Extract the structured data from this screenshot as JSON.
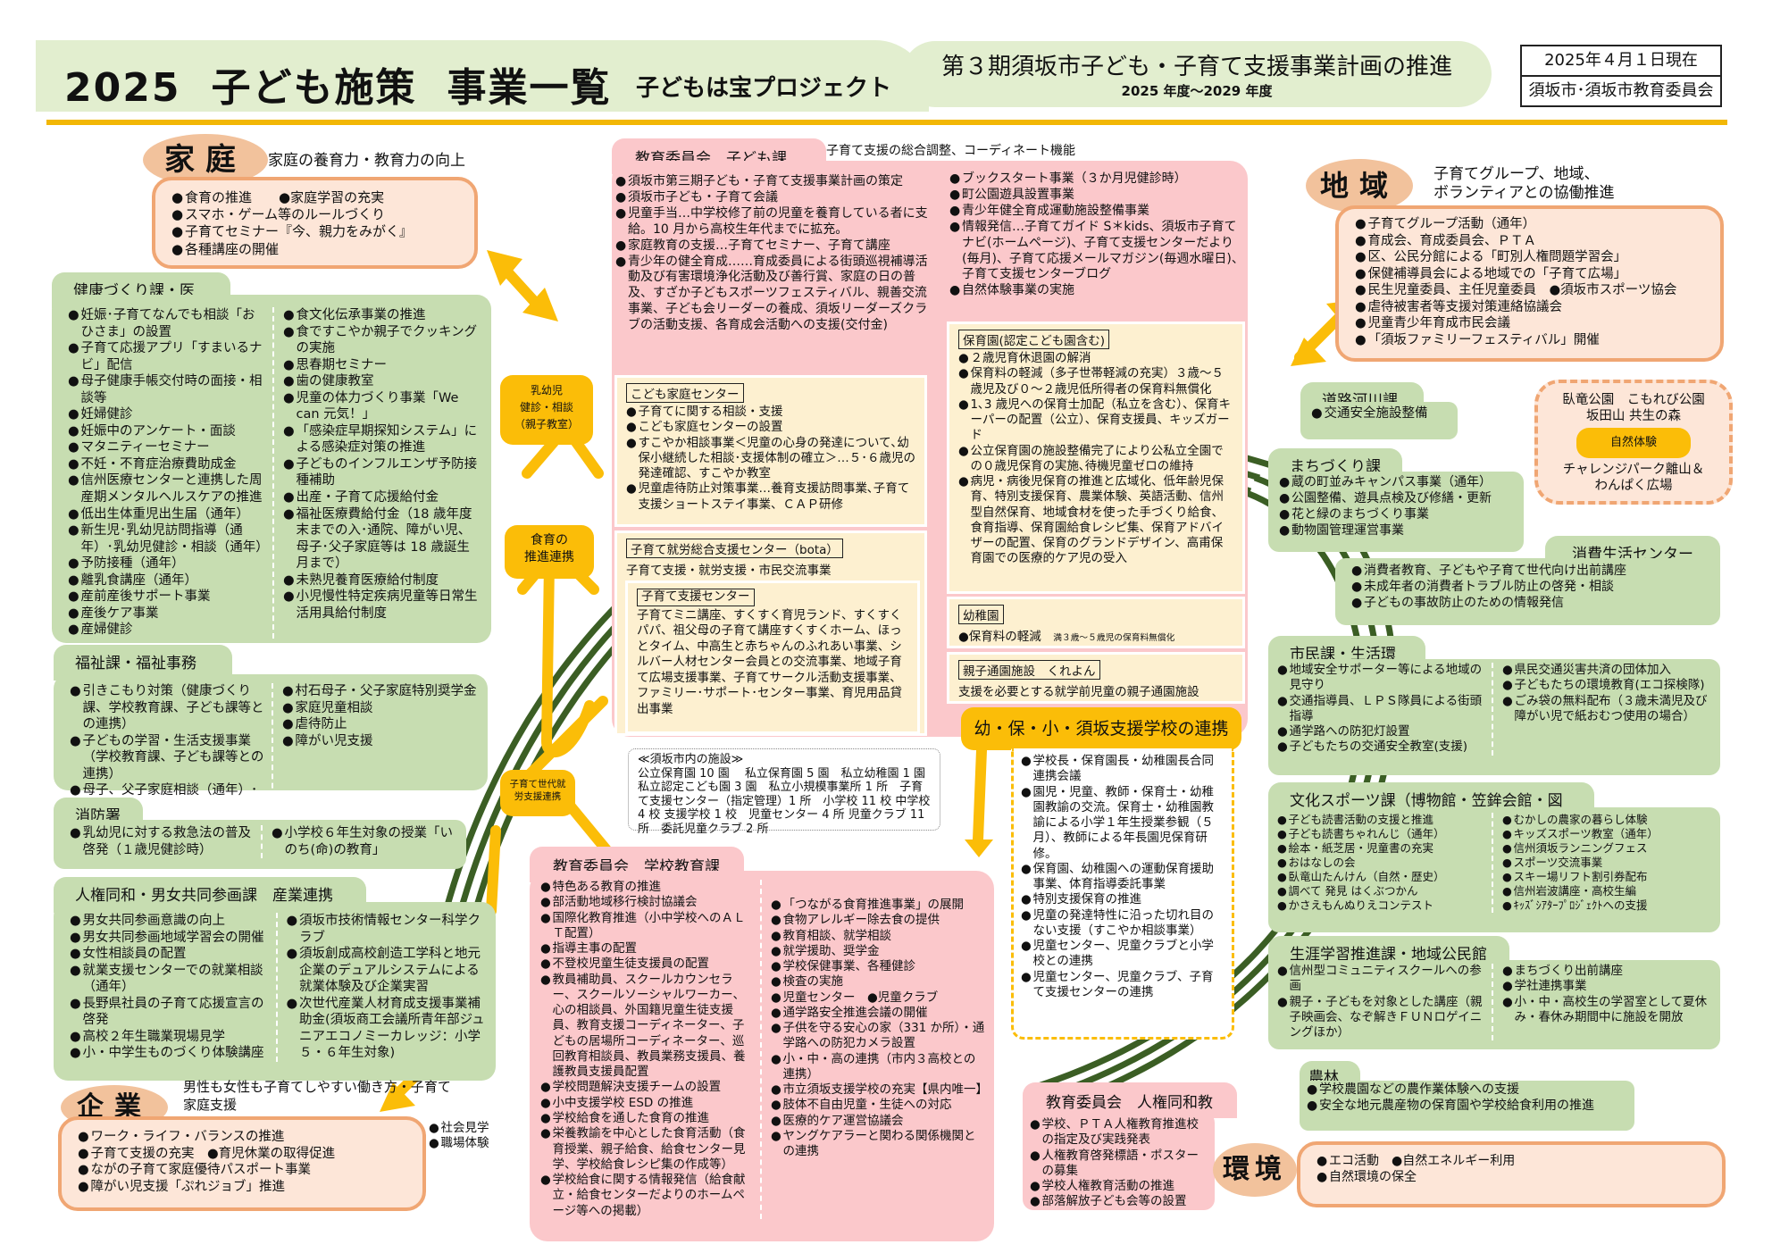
{
  "header": {
    "year": "2025",
    "title1": "子ども施策",
    "title2": "事業一覧",
    "subtitle": "子どもは宝プロジェクト",
    "plan_title": "第３期須坂市子ども・子育て支援事業計画の推進",
    "plan_period": "2025 年度～2029 年度",
    "date": "2025年４月１日現在",
    "org": "須坂市･須坂市教育委員会"
  },
  "colors": {
    "gold": "#fbbd08",
    "green_panel": "#c7ddb1",
    "pink_panel": "#fbc8cb",
    "orange_border": "#f0a673",
    "cream": "#fdf0d0",
    "arc_green": "#3b5e24"
  },
  "katei": {
    "label": "家庭",
    "desc": "家庭の養育力・教育力の向上",
    "items": [
      "食育の推進　　●家庭学習の充実",
      "スマホ・ゲーム等のルールづくり",
      "子育てセミナー『今、親力をみがく』",
      "各種講座の開催"
    ]
  },
  "kenko": {
    "title": "健康づくり課・医療保険課",
    "left": [
      "妊娠･子育てなんでも相談「おひさま」の設置",
      "子育て応援アプリ「すまいるナビ」配信",
      "母子健康手帳交付時の面接・相談等",
      "妊婦健診",
      "妊娠中のアンケート・面談",
      "マタニティーセミナー",
      "不妊・不育症治療費助成金",
      "信州医療センターと連携した周産期メンタルヘルスケアの推進",
      "低出生体重児出生届（通年）",
      "新生児･乳幼児訪問指導（通年）･乳幼児健診・相談（通年）",
      "予防接種（通年）",
      "離乳食講座（通年）",
      "産前産後サポート事業",
      "産後ケア事業",
      "産婦健診"
    ],
    "right": [
      "食文化伝承事業の推進",
      "食ですこやか親子でクッキングの実施",
      "思春期セミナー",
      "歯の健康教室",
      "児童の体力づくり事業「We can 元気！」",
      "「感染症早期探知システム」による感染症対策の推進",
      "子どものインフルエンザ予防接種補助",
      "出産・子育て応援給付金",
      "福祉医療費給付金（18 歳年度末までの入･通院、障がい児、母子･父子家庭等は 18 歳誕生月まで）",
      "未熟児養育医療給付制度",
      "小児慢性特定疾病児童等日常生活用具給付制度"
    ]
  },
  "fukushi": {
    "title": "福祉課・福祉事務所",
    "left": [
      "引きこもり対策（健康づくり課、学校教育課、子ども課等との連携）",
      "子どもの学習・生活支援事業（学校教育課、子ども課等との連携）",
      "母子、父子家庭相談（通年）･給付金"
    ],
    "right": [
      "村石母子・父子家庭特別奨学金",
      "家庭児童相談",
      "虐待防止",
      "障がい児支援"
    ]
  },
  "shobo": {
    "title": "消防署",
    "left": [
      "乳幼児に対する救急法の普及啓発（１歳児健診時）"
    ],
    "right": [
      "小学校６年生対象の授業「いのち(命)の教育」"
    ]
  },
  "jinken": {
    "title": "人権同和・男女共同参画課　産業連携開発課",
    "left": [
      "男女共同参画意識の向上",
      "男女共同参画地域学習会の開催",
      "女性相談員の配置",
      "就業支援センターでの就業相談（通年）",
      "長野県社員の子育て応援宣言の啓発",
      "高校２年生職業現場見学",
      "小・中学生ものづくり体験講座"
    ],
    "right": [
      "須坂市技術情報センター科学クラブ",
      "須坂創成高校創造工学科と地元企業のデュアルシステムによる就業体験及び企業実習",
      "次世代産業人材育成支援事業補助金(須坂商工会議所青年部ジュニアエコノミーカレッジ：小学５・６年生対象)"
    ]
  },
  "kigyo": {
    "label": "企業",
    "desc": "男性も女性も子育てしやすい働き方・子育て家庭支援",
    "items": [
      "ワーク・ライフ・バランスの推進",
      "子育て支援の充実　●育児休業の取得促進",
      "ながの子育て家庭優待パスポート事業",
      "障がい児支援「ぷれジョブ」推進"
    ],
    "side": [
      "社会見学",
      "職場体験"
    ]
  },
  "kodomoka": {
    "title": "教育委員会　子ども課",
    "note": "子育て支援の総合調整、コーディネート機能",
    "left": [
      "須坂市第三期子ども・子育て支援事業計画の策定",
      "須坂市子ども・子育て会議",
      "児童手当…中学校修了前の児童を養育している者に支給。10 月から高校生年代までに拡充。",
      "家庭教育の支援…子育てセミナー、子育て講座",
      "青少年の健全育成……育成委員による街頭巡視補導活動及び有害環境浄化活動及び善行賞、家庭の日の普及、すざか子どもスポーツフェスティバル、親善交流事業、子ども会リーダーの養成、須坂リーダーズクラブの活動支援、各育成会活動への支援(交付金)"
    ],
    "right": [
      "ブックスタート事業（３か月児健診時）",
      "町公園遊具設置事業",
      "青少年健全育成運動施設整備事業",
      "情報発信…子育てガイド S＊kids、須坂市子育てナビ(ホームページ)、子育て支援センターだより(毎月)、子育て応援メールマガジン(毎週水曜日)、子育て支援センターブログ",
      "自然体験事業の実施"
    ]
  },
  "kodomo_katei_center": {
    "title": "こども家庭センター",
    "items": [
      "子育てに関する相談・支援",
      "こども家庭センターの設置",
      "すこやか相談事業＜児童の心身の発達について､幼保小継続した相談･支援体制の確立＞…５･６歳児の発達確認、すこやか教室",
      "児童虐待防止対策事業…養育支援訪問事業､子育て支援ショートステイ事業、ＣＡＰ研修"
    ]
  },
  "bota": {
    "title": "子育て就労総合支援センター（bota）",
    "text": "子育て支援・就労支援・市民交流事業"
  },
  "shien_center": {
    "title": "子育て支援センター",
    "text": "子育てミニ講座、すくすく育児ランド、すくすくパパ、祖父母の子育て講座すくすくホーム、ほっとタイム、中高生と赤ちゃんのふれあい事業、シルバー人材センター会員との交流事業、地域子育て広場支援事業、子育てサークル活動支援事業、ファミリー･サポート･センター事業、育児用品貸出事業"
  },
  "hoikuen": {
    "title": "保育園(認定こども園含む)",
    "items": [
      "２歳児育休退園の解消",
      "保育料の軽減（多子世帯軽減の充実）３歳～５歳児及び０～２歳児低所得者の保育料無償化",
      "1､3 歳児への保育士加配（私立を含む）、保育キーパーの配置（公立）、保育支援員、キッズガード",
      "公立保育園の施設整備完了により公私立全園での０歳児保育の実施､待機児童ゼロの維持",
      "病児・病後児保育の推進と広域化、低年齢児保育、特別支援保育、農業体験、英語活動、信州型自然保育、地域食材を使った手づくり給食、食育指導、保育園給食レシピ集、保育アドバイザーの配置、保育のグランドデザイン、高甫保育園での医療的ケア児の受入"
    ]
  },
  "yochien": {
    "title": "幼稚園",
    "item": "保育料の軽減",
    "note": "満３歳～５歳児の保育料無償化"
  },
  "kureyon": {
    "title": "親子通園施設　くれよん",
    "text": "支援を必要とする就学前児童の親子通園施設"
  },
  "facilities": {
    "title": "≪須坂市内の施設≫",
    "text": "公立保育園 10 園　 私立保育園 5 園　私立幼稚園 1 園　私立認定こども園 3 園　私立小規模事業所 1 所　子育て支援センター（指定管理）1 所　小学校 11 校 中学校 4 校 支援学校 1 校　児童センター 4 所 児童クラブ 11 所　委託児童クラブ 2 所"
  },
  "nodes": {
    "nyuyoji": [
      "乳幼児",
      "健診・相談",
      "（親子教室）"
    ],
    "shokuiku": [
      "食育の",
      "推進連携"
    ],
    "shuro": [
      "子育て世代就",
      "労支援連携"
    ]
  },
  "renkei": {
    "title": "幼・保・小・須坂支援学校の連携",
    "items": [
      "学校長・保育園長・幼稚園長合同連携会議",
      "園児・児童、教師・保育士・幼稚園教諭の交流。保育士・幼稚園教諭による小学１年生授業参観（５月）、教師による年長園児保育研修。",
      "保育園、幼稚園への運動保育援助事業、体育指導委託事業",
      "特別支援保育の推進",
      "児童の発達特性に沿った切れ目のない支援（すこやか相談事業）",
      "児童センター、児童クラブと小学校との連携",
      "児童センター、児童クラブ、子育て支援センターの連携"
    ]
  },
  "gakko": {
    "title": "教育委員会　学校教育課",
    "left": [
      "特色ある教育の推進",
      "部活動地域移行検討協議会",
      "国際化教育推進（小中学校へのＡＬＴ配置）",
      "指導主事の配置",
      "不登校児童生徒支援員の配置",
      "教員補助員、スクールカウンセラー、スクールソーシャルワーカー、心の相談員、外国籍児童生徒支援員、教育支援コーディネーター、子どもの居場所コーディネーター、巡回教育相談員、教員業務支援員、養護教員支援員配置",
      "学校問題解決支援チームの設置",
      "小中支援学校 ESD の推進",
      "学校給食を通した食育の推進",
      "栄養教諭を中心とした食育活動（食育授業、親子給食、給食センター見学、学校給食レシピ集の作成等）",
      "学校給食に関する情報発信（給食献立・給食センターだよりのホームページ等への掲載）"
    ],
    "right": [
      "「つながる食育推進事業」の展開",
      "食物アレルギー除去食の提供",
      "教育相談、就学相談",
      "就学援助、奨学金",
      "学校保健事業、各種健診",
      "検査の実施",
      "児童センター　●児童クラブ",
      "通学路安全推進会議の開催",
      "子供を守る安心の家（331 か所）・通学路への防犯カメラ設置",
      "小・中・高の連携（市内３高校との連携）",
      "市立須坂支援学校の充実【県内唯一】",
      "肢体不自由児童・生徒への対応",
      "医療的ケア運営協議会",
      "ヤングケアラーと関わる関係機関との連携"
    ]
  },
  "jinken_kyoiku": {
    "title": "教育委員会　人権同和教育課",
    "items": [
      "学校、ＰＴＡ人権教育推進校の指定及び実践発表",
      "人権教育啓発標語・ポスターの募集",
      "学校人権教育活動の推進",
      "部落解放子ども会等の設置"
    ]
  },
  "chiiki": {
    "label": "地域",
    "desc": [
      "子育てグループ、地域、",
      "ボランティアとの協働推進"
    ],
    "items": [
      "子育てグループ活動（通年）",
      "育成会、育成委員会、ＰＴＡ",
      "区、公民分館による「町別人権問題学習会」",
      "保健補導員会による地域での「子育て広場」",
      "民生児童委員、主任児童委員　●須坂市スポーツ協会",
      "虐待被害者等支援対策連絡協議会",
      "児童青少年育成市民会議",
      "「須坂ファミリーフェスティバル」開催"
    ]
  },
  "doro": {
    "title": "道路河川課",
    "items": [
      "交通安全施設整備"
    ]
  },
  "shizen": {
    "line1": "臥竜公園　こもれび公園",
    "line2": "坂田山 共生の森",
    "badge": "自然体験",
    "line3": "チャレンジパーク離山＆",
    "line4": "わんぱく広場"
  },
  "machi": {
    "title": "まちづくり課",
    "items": [
      "蔵の町並みキャンパス事業（通年）",
      "公園整備、遊具点検及び修繕・更新",
      "花と緑のまちづくり事業",
      "動物園管理運営事業"
    ]
  },
  "shohi": {
    "title": "消費生活センター",
    "items": [
      "消費者教育、子どもや子育て世代向け出前講座",
      "未成年者の消費者トラブル防止の啓発・相談",
      "子どもの事故防止のための情報発信"
    ]
  },
  "shimin": {
    "title": "市民課・生活環境課",
    "left": [
      "地域安全サポーター等による地域の見守り",
      "交通指導員、ＬＰＳ隊員による街頭指導",
      "通学路への防犯灯設置",
      "子どもたちの交通安全教室(支援)"
    ],
    "right": [
      "県民交通災害共済の団体加入",
      "子どもたちの環境教育(エコ探検隊)",
      "ごみ袋の無料配布（３歳未満児及び障がい児で紙おむつ使用の場合）"
    ]
  },
  "bunka": {
    "title": "文化スポーツ課（博物館・笠鉾会館・図書館）",
    "left": [
      "子ども読書活動の支援と推進",
      "子ども読書ちゃれんじ（通年）",
      "絵本・紙芝居・児童書の充実",
      "おはなしの会",
      "臥竜山たんけん（自然・歴史）",
      "調べて 発見 はくぶつかん",
      "かさえもんぬりえコンテスト"
    ],
    "right": [
      "むかしの農家の暮らし体験",
      "キッズスポーツ教室（通年）",
      "信州須坂ランニングフェス",
      "スポーツ交流事業",
      "スキー場リフト割引券配布",
      "信州岩波講座・高校生編",
      "ｷｯｽﾞｼｱﾀｰﾌﾟﾛｼﾞｪｸﾄへの支援"
    ]
  },
  "shogai": {
    "title": "生涯学習推進課・地域公民館",
    "left": [
      "信州型コミュニティスクールへの参画",
      "親子・子どもを対象とした講座（親子映画会、なぞ解きＦＵＮロゲイニングほか）"
    ],
    "right": [
      "まちづくり出前講座",
      "学社連携事業",
      "小・中・高校生の学習室として夏休み・春休み期間中に施設を開放"
    ]
  },
  "norin": {
    "title": "農林課",
    "items": [
      "学校農園などの農作業体験への支援",
      "安全な地元農産物の保育園や学校給食利用の推進"
    ]
  },
  "kankyo": {
    "label": "環境",
    "items": [
      "エコ活動　●自然エネルギー利用",
      "自然環境の保全"
    ]
  }
}
